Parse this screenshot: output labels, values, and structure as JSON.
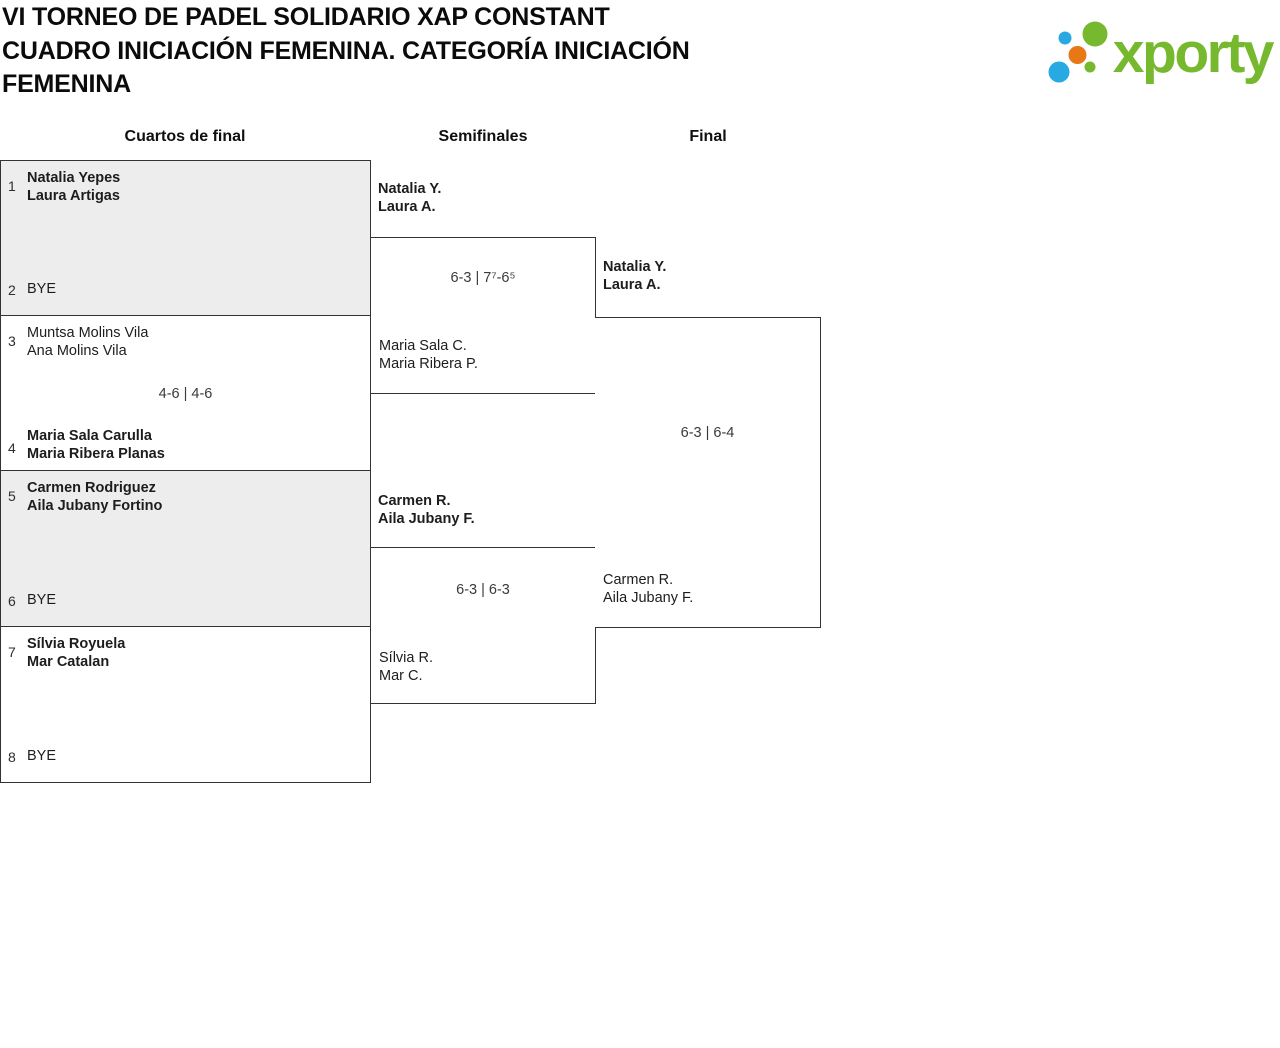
{
  "title": "VI TORNEO DE PADEL SOLIDARIO XAP CONSTANT\nCUADRO INICIACIÓN FEMENINA. CATEGORÍA INICIACIÓN\nFEMENINA",
  "logo": {
    "text": "xporty",
    "green": "#76b82e",
    "blue": "#29a9e1",
    "orange": "#e87716"
  },
  "round_titles": [
    "Cuartos de final",
    "Semifinales",
    "Final"
  ],
  "quarterfinals": [
    {
      "seed_a": "1",
      "team_a": "Natalia Yepes\nLaura Artigas",
      "seed_b": "2",
      "team_b": "BYE"
    },
    {
      "seed_a": "3",
      "team_a": "Muntsa Molins Vila\nAna Molins Vila",
      "seed_b": "4",
      "team_b": "Maria Sala Carulla\nMaria Ribera Planas",
      "score": "4-6 | 4-6"
    },
    {
      "seed_a": "5",
      "team_a": "Carmen Rodriguez\nAila Jubany Fortino",
      "seed_b": "6",
      "team_b": "BYE"
    },
    {
      "seed_a": "7",
      "team_a": "Sílvia Royuela\nMar Catalan",
      "seed_b": "8",
      "team_b": "BYE"
    }
  ],
  "semifinals": [
    {
      "team_a": "Natalia Y.\nLaura A.",
      "team_b": "Maria Sala C.\nMaria Ribera P.",
      "score": "6-3 | 7⁷-6⁵"
    },
    {
      "team_a": "Carmen R.\nAila Jubany F.",
      "team_b": "Sílvia R.\nMar C.",
      "score": "6-3 | 6-3"
    }
  ],
  "final": {
    "team_a": "Natalia Y.\nLaura A.",
    "team_b": "Carmen R.\nAila Jubany F.",
    "score": "6-3 | 6-4"
  }
}
